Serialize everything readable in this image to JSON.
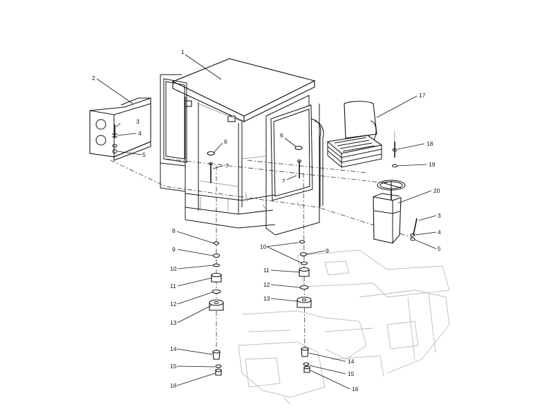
{
  "diagram": {
    "callouts": [
      "1",
      "2",
      "3",
      "4",
      "5",
      "6",
      "7",
      "8",
      "9",
      "10",
      "11",
      "12",
      "13",
      "14",
      "15",
      "16",
      "17",
      "18",
      "19",
      "20"
    ],
    "labels": [
      {
        "text": "1"
      },
      {
        "text": "2"
      },
      {
        "text": "3"
      },
      {
        "text": "4"
      },
      {
        "text": "5"
      },
      {
        "text": "6"
      },
      {
        "text": "7"
      },
      {
        "text": "6"
      },
      {
        "text": "7"
      },
      {
        "text": "17"
      },
      {
        "text": "18"
      },
      {
        "text": "19"
      },
      {
        "text": "20"
      },
      {
        "text": "3"
      },
      {
        "text": "4"
      },
      {
        "text": "5"
      },
      {
        "text": "8"
      },
      {
        "text": "9"
      },
      {
        "text": "10"
      },
      {
        "text": "11"
      },
      {
        "text": "12"
      },
      {
        "text": "13"
      },
      {
        "text": "10"
      },
      {
        "text": "9"
      },
      {
        "text": "11"
      },
      {
        "text": "12"
      },
      {
        "text": "13"
      },
      {
        "text": "14"
      },
      {
        "text": "15"
      },
      {
        "text": "16"
      },
      {
        "text": "14"
      },
      {
        "text": "15"
      },
      {
        "text": "16"
      }
    ]
  }
}
